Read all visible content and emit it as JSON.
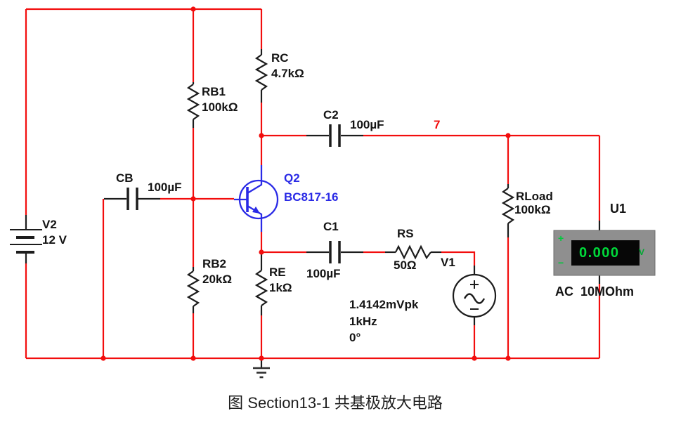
{
  "figure": {
    "caption": "图 Section13-1 共基极放大电路",
    "node_label": "7"
  },
  "colors": {
    "wire": "#f20d0d",
    "component": "#1c1c1c",
    "transistor_blue": "#2a2ae6",
    "meter_body": "#8f8f8f",
    "meter_display_bg": "#070707",
    "meter_green": "#00d93a"
  },
  "components": {
    "v2": {
      "ref": "V2",
      "value": "12 V"
    },
    "rb1": {
      "ref": "RB1",
      "value": "100kΩ"
    },
    "rb2": {
      "ref": "RB2",
      "value": "20kΩ"
    },
    "rc": {
      "ref": "RC",
      "value": "4.7kΩ"
    },
    "re": {
      "ref": "RE",
      "value": "1kΩ"
    },
    "cb": {
      "ref": "CB",
      "value": "100µF"
    },
    "c1": {
      "ref": "C1",
      "value": "100µF"
    },
    "c2": {
      "ref": "C2",
      "value": "100µF"
    },
    "rs": {
      "ref": "RS",
      "value": "50Ω"
    },
    "rload": {
      "ref": "RLoad",
      "value": "100kΩ"
    },
    "q2": {
      "ref": "Q2",
      "value": "BC817-16"
    },
    "v1": {
      "ref": "V1",
      "amplitude": "1.4142mVpk",
      "frequency": "1kHz",
      "phase": "0°"
    },
    "u1": {
      "ref": "U1",
      "reading": "0.000",
      "unit": "V",
      "mode": "AC  10MOhm",
      "plus": "+",
      "minus": "−"
    }
  }
}
